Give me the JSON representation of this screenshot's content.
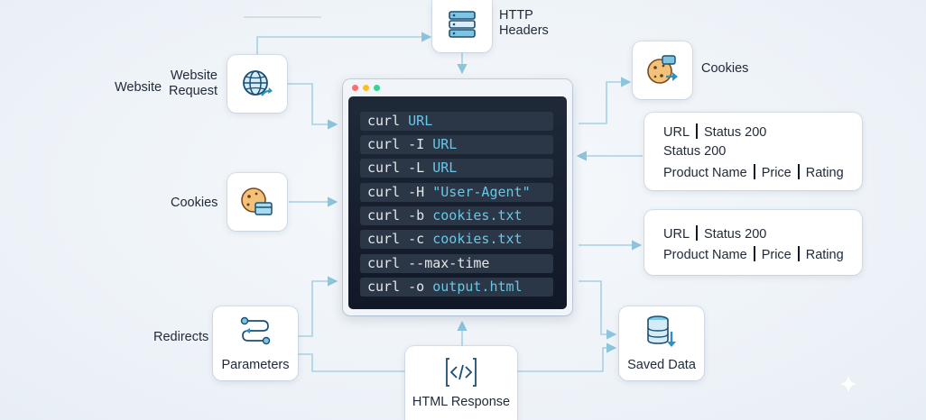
{
  "nodes": {
    "http_headers": {
      "label_line1": "HTTP",
      "label_line2": "Headers"
    },
    "website_request": {
      "outer_label": "Website",
      "label_line1": "Website",
      "label_line2": "Request"
    },
    "cookies_top": {
      "label": "Cookies"
    },
    "cookies_left": {
      "label": "Cookies"
    },
    "redirects": {
      "label": "Redirects"
    },
    "parameters": {
      "label": "Parameters"
    },
    "html_response": {
      "label": "HTML Response"
    },
    "saved_data": {
      "label": "Saved Data"
    }
  },
  "terminal": {
    "commands": [
      {
        "cmd": "curl",
        "arg": "URL"
      },
      {
        "cmd": "curl -I",
        "arg": "URL"
      },
      {
        "cmd": "curl -L",
        "arg": "URL"
      },
      {
        "cmd": "curl -H",
        "arg": "\"User-Agent\""
      },
      {
        "cmd": "curl -b",
        "arg": "cookies.txt"
      },
      {
        "cmd": "curl -c",
        "arg": "cookies.txt"
      },
      {
        "cmd": "curl --max-time",
        "arg": ""
      },
      {
        "cmd": "curl -o",
        "arg": "output.html"
      }
    ]
  },
  "response_panel_1": {
    "row1": [
      "URL",
      "Status 200"
    ],
    "row2": [
      "Status 200"
    ],
    "row3": [
      "Product Name",
      "Price",
      "Rating"
    ]
  },
  "response_panel_2": {
    "row1": [
      "URL",
      "Status 200"
    ],
    "row2": [
      "Product Name",
      "Price",
      "Rating"
    ]
  },
  "colors": {
    "connector": "#8cc4dc",
    "accent_cyan": "#67c7e6",
    "icon_blue": "#1d6f9f",
    "cookie_fill": "#f3c27a",
    "dot_red": "#f87171",
    "dot_yellow": "#fbbf24",
    "dot_green": "#34d399"
  },
  "icons": {
    "http_headers": "server-stack-icon",
    "website_request": "globe-arrow-icon",
    "cookies_top": "cookie-arrow-icon",
    "cookies_left": "cookie-card-icon",
    "parameters": "redirect-loop-icon",
    "html_response": "code-brackets-icon",
    "saved_data": "database-download-icon"
  }
}
